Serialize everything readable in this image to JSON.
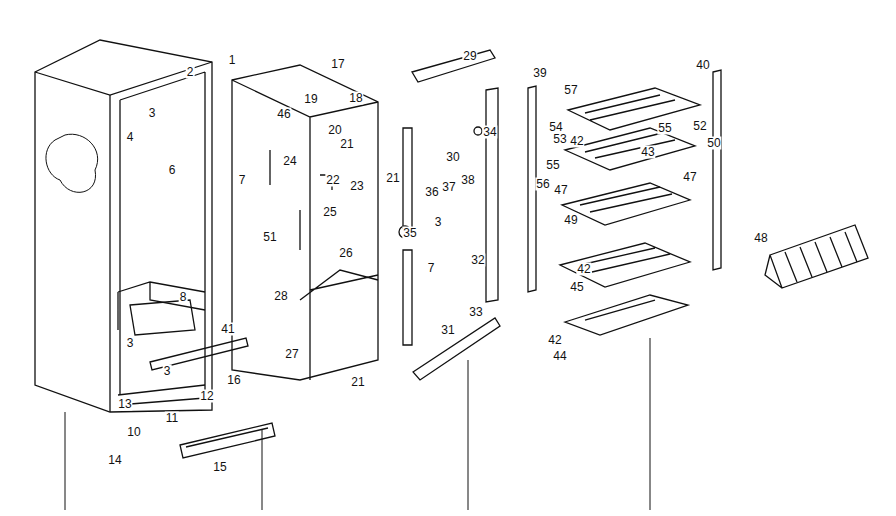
{
  "diagram": {
    "labels": [
      "1",
      "2",
      "3",
      "4",
      "6",
      "7",
      "8",
      "3",
      "3",
      "41",
      "16",
      "12",
      "13",
      "10",
      "11",
      "14",
      "15",
      "17",
      "18",
      "46",
      "19",
      "20",
      "21",
      "24",
      "22",
      "23",
      "25",
      "21",
      "51",
      "26",
      "28",
      "27",
      "21",
      "29",
      "34",
      "30",
      "35",
      "36",
      "37",
      "38",
      "3",
      "7",
      "32",
      "31",
      "33",
      "39",
      "57",
      "54",
      "53",
      "42",
      "43",
      "55",
      "56",
      "47",
      "49",
      "55",
      "52",
      "50",
      "40",
      "47",
      "48",
      "42",
      "45",
      "42",
      "44"
    ]
  }
}
